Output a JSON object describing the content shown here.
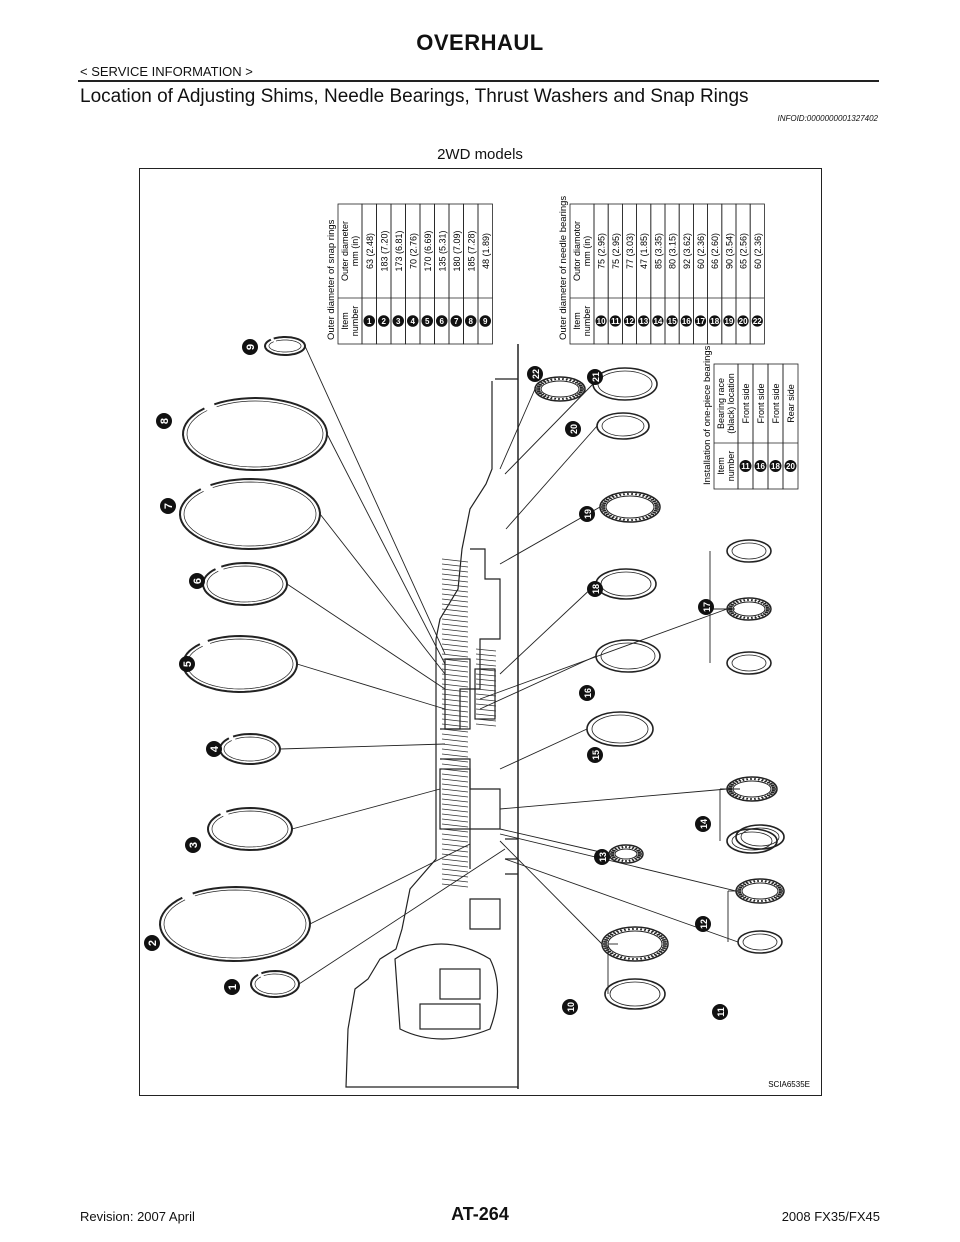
{
  "header": {
    "title": "OVERHAUL",
    "section": "< SERVICE INFORMATION >"
  },
  "doc": {
    "title": "Location of Adjusting Shims, Needle Bearings, Thrust Washers and Snap Rings",
    "infoid": "INFOID:0000000001327402"
  },
  "figure": {
    "caption": "2WD models",
    "code": "SCIA6535E",
    "snap_rings_table": {
      "title": "Outer diameter of snap rings",
      "col_item": [
        "Item",
        "number"
      ],
      "col_diam": [
        "Outer diameter",
        "mm (in)"
      ],
      "rows": [
        {
          "item": "1",
          "value": "63 (2.48)"
        },
        {
          "item": "2",
          "value": "183 (7.20)"
        },
        {
          "item": "3",
          "value": "173 (6.81)"
        },
        {
          "item": "4",
          "value": "70 (2.76)"
        },
        {
          "item": "5",
          "value": "170 (6.69)"
        },
        {
          "item": "6",
          "value": "135 (5.31)"
        },
        {
          "item": "7",
          "value": "180 (7.09)"
        },
        {
          "item": "8",
          "value": "185 (7.28)"
        },
        {
          "item": "9",
          "value": "48 (1.89)"
        }
      ]
    },
    "needle_bearings_table": {
      "title": "Outer diameter of needle bearings",
      "col_item": [
        "Item",
        "number"
      ],
      "col_diam": [
        "Outor diamotor",
        "mm (in)"
      ],
      "rows": [
        {
          "item": "10",
          "value": "75 (2.95)"
        },
        {
          "item": "11",
          "value": "75 (2.95)"
        },
        {
          "item": "12",
          "value": "77 (3.03)"
        },
        {
          "item": "13",
          "value": "47 (1.85)"
        },
        {
          "item": "14",
          "value": "85 (3.35)"
        },
        {
          "item": "15",
          "value": "80 (3.15)"
        },
        {
          "item": "16",
          "value": "92 (3.62)"
        },
        {
          "item": "17",
          "value": "60 (2.36)"
        },
        {
          "item": "18",
          "value": "66 (2.60)"
        },
        {
          "item": "19",
          "value": "90 (3.54)"
        },
        {
          "item": "20",
          "value": "65 (2.56)"
        },
        {
          "item": "22",
          "value": "60 (2.36)"
        }
      ]
    },
    "one_piece_table": {
      "title": "Installation of one-piece bearings",
      "col_item": [
        "Item",
        "number"
      ],
      "col_race": [
        "Bearing race",
        "(black) location"
      ],
      "rows": [
        {
          "item": "11",
          "value": "Front side"
        },
        {
          "item": "16",
          "value": "Front side"
        },
        {
          "item": "18",
          "value": "Front side"
        },
        {
          "item": "20",
          "value": "Rear side"
        }
      ]
    },
    "callouts": [
      "1",
      "2",
      "3",
      "4",
      "5",
      "6",
      "7",
      "8",
      "9",
      "10",
      "11",
      "12",
      "13",
      "14",
      "15",
      "16",
      "17",
      "18",
      "19",
      "20",
      "21",
      "22"
    ]
  },
  "footer": {
    "revision": "Revision: 2007 April",
    "page": "AT-264",
    "model": "2008 FX35/FX45"
  }
}
